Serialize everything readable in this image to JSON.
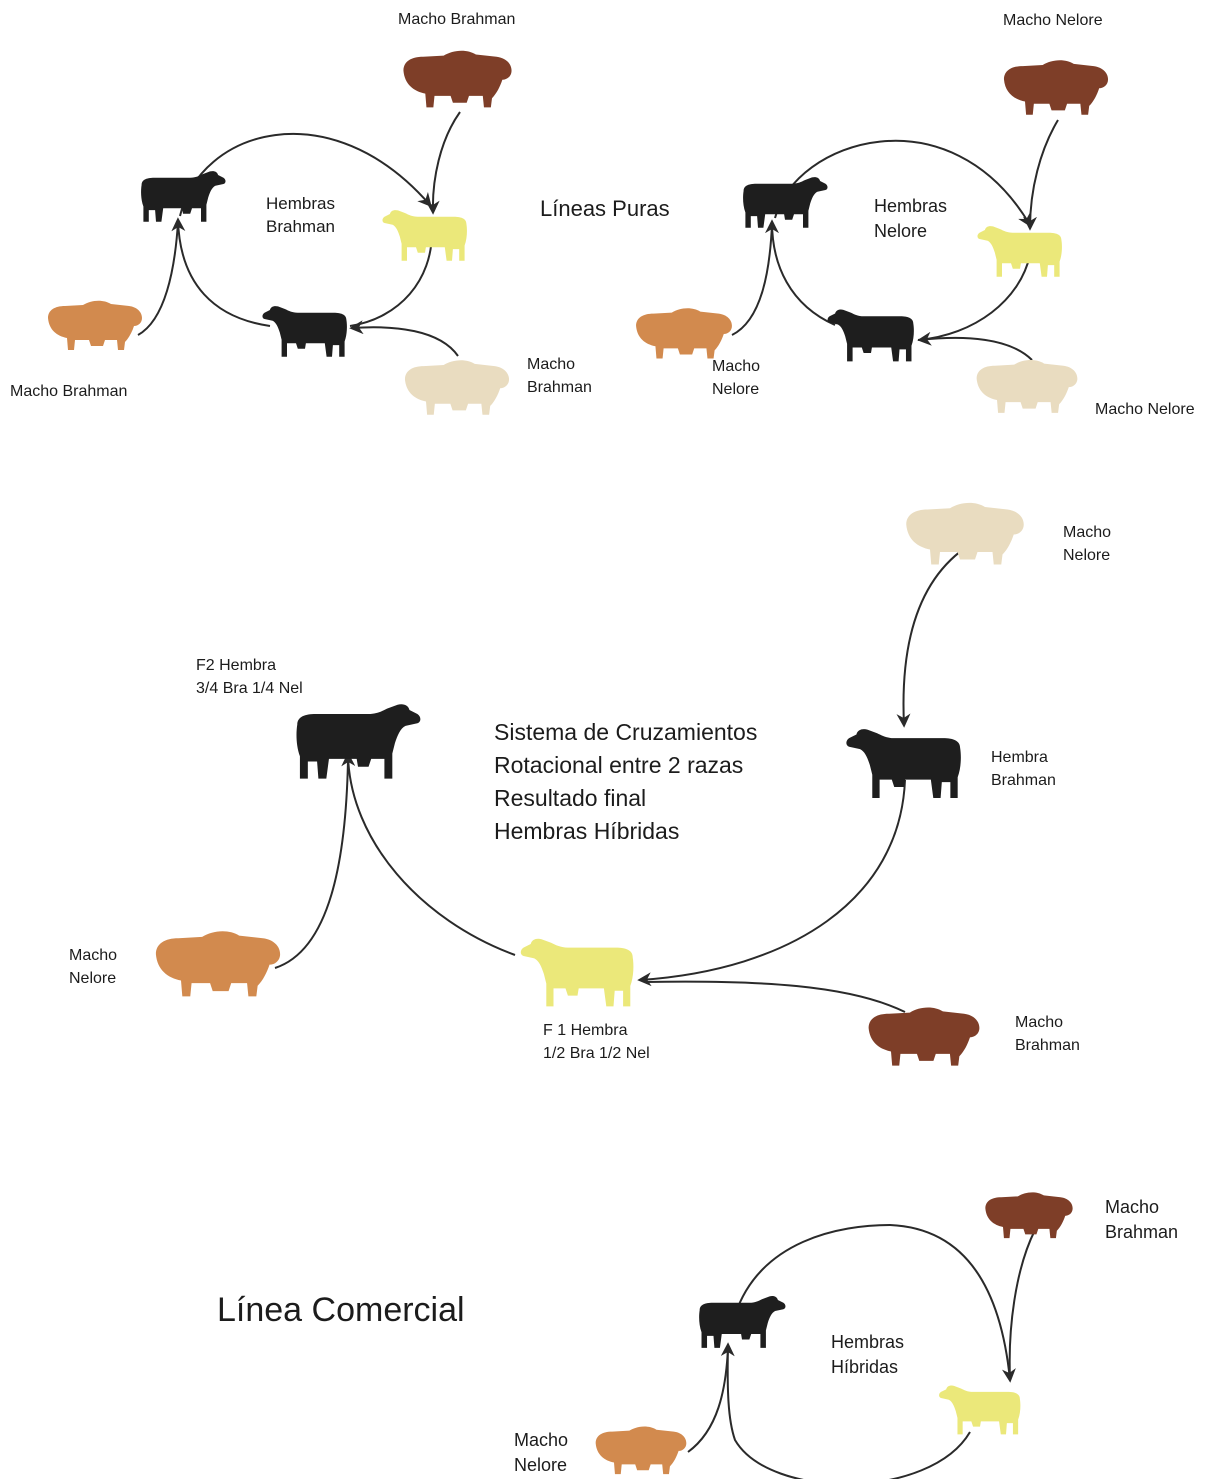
{
  "colors": {
    "black_cow": "#1e1e1e",
    "dark_brown_bull": "#7e3e28",
    "orange_bull": "#d28a4e",
    "cream_bull": "#e9dcc0",
    "yellow_cow": "#ebe87a",
    "arrow": "#2a2a2a"
  },
  "pure_lines": {
    "title": "Líneas Puras",
    "brahman": {
      "females": "Hembras\nBrahman",
      "bull_top": "Macho Brahman",
      "bull_left": "Macho Brahman",
      "bull_bottom": "Macho\nBrahman"
    },
    "nelore": {
      "females": "Hembras\nNelore",
      "bull_top": "Macho Nelore",
      "bull_left": "Macho\nNelore",
      "bull_bottom": "Macho Nelore"
    }
  },
  "rotational": {
    "title": "Sistema de Cruzamientos\nRotacional entre 2 razas\nResultado final\nHembras Híbridas",
    "bull_top": "Macho\nNelore",
    "female_brahman": "Hembra\nBrahman",
    "f1_female": "F 1 Hembra\n1/2 Bra 1/2 Nel",
    "f2_female": "F2 Hembra\n3/4 Bra 1/4 Nel",
    "bull_brahman": "Macho\nBrahman",
    "bull_nelore": "Macho\nNelore"
  },
  "commercial": {
    "title": "Línea Comercial",
    "females": "Hembras\nHíbridas",
    "bull_top": "Macho\nBrahman",
    "bull_left": "Macho\nNelore"
  }
}
